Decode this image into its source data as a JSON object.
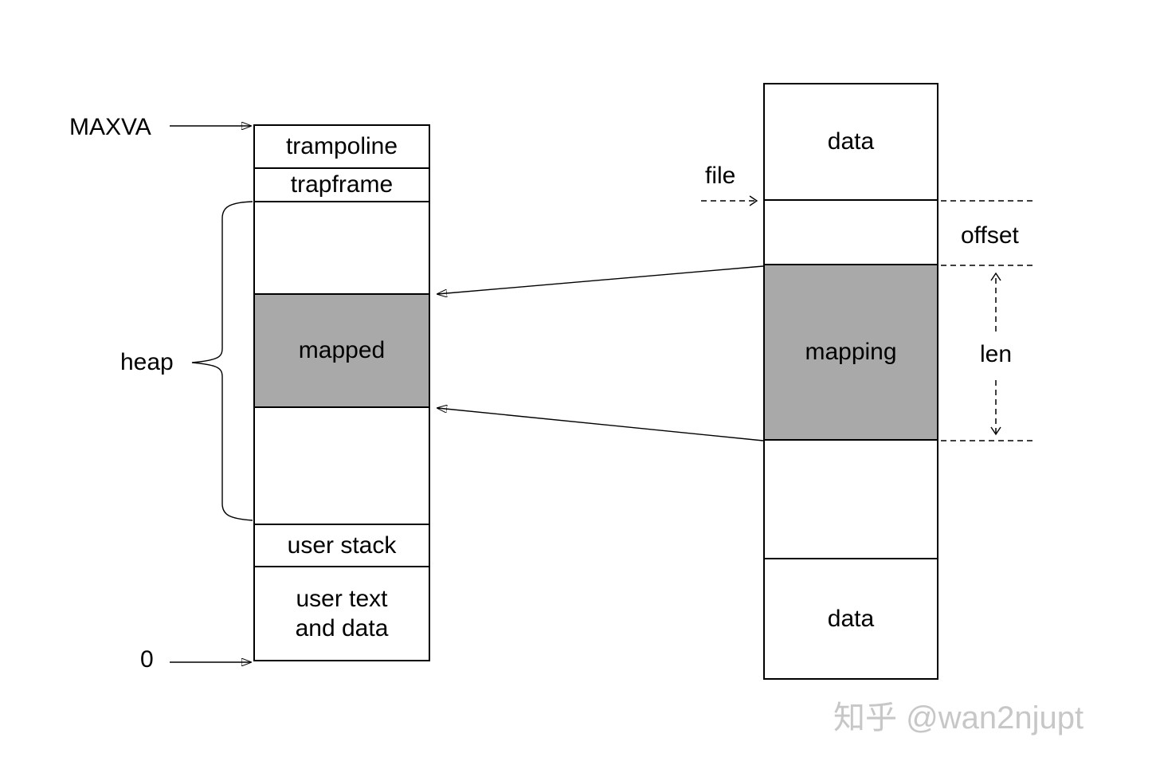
{
  "colors": {
    "background": "#ffffff",
    "line": "#000000",
    "highlight_fill": "#a9a9a9",
    "watermark": "#c7c7c7"
  },
  "left_column": {
    "sections": [
      {
        "label": "trampoline",
        "filled": false
      },
      {
        "label": "trapframe",
        "filled": false
      },
      {
        "label": "",
        "filled": false
      },
      {
        "label": "mapped",
        "filled": true
      },
      {
        "label": "",
        "filled": false
      },
      {
        "label": "user stack",
        "filled": false
      },
      {
        "label": "user text\nand data",
        "filled": false
      }
    ]
  },
  "right_column": {
    "sections": [
      {
        "label": "data",
        "filled": false
      },
      {
        "label": "",
        "filled": false
      },
      {
        "label": "mapping",
        "filled": true
      },
      {
        "label": "",
        "filled": false
      },
      {
        "label": "data",
        "filled": false
      }
    ]
  },
  "annotations": {
    "maxva": "MAXVA",
    "zero": "0",
    "heap": "heap",
    "file": "file",
    "offset": "offset",
    "len": "len"
  },
  "watermark": "知乎 @wan2njupt"
}
